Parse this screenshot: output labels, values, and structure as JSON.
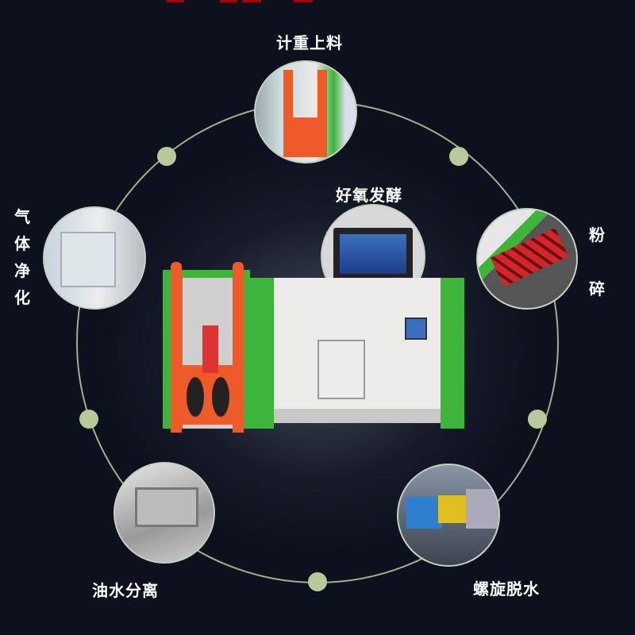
{
  "labels": {
    "weighing": "计重上料",
    "fermentation": "好氧发酵",
    "crushing": [
      "粉",
      "碎"
    ],
    "gas": [
      "气",
      "体",
      "净",
      "化"
    ],
    "oil": "油水分离",
    "dewater": "螺旋脱水"
  },
  "colors": {
    "background": "#0d111e",
    "ring": "#9fb08a",
    "machine_green": "#3db43a",
    "frame_orange": "#f05a28"
  }
}
